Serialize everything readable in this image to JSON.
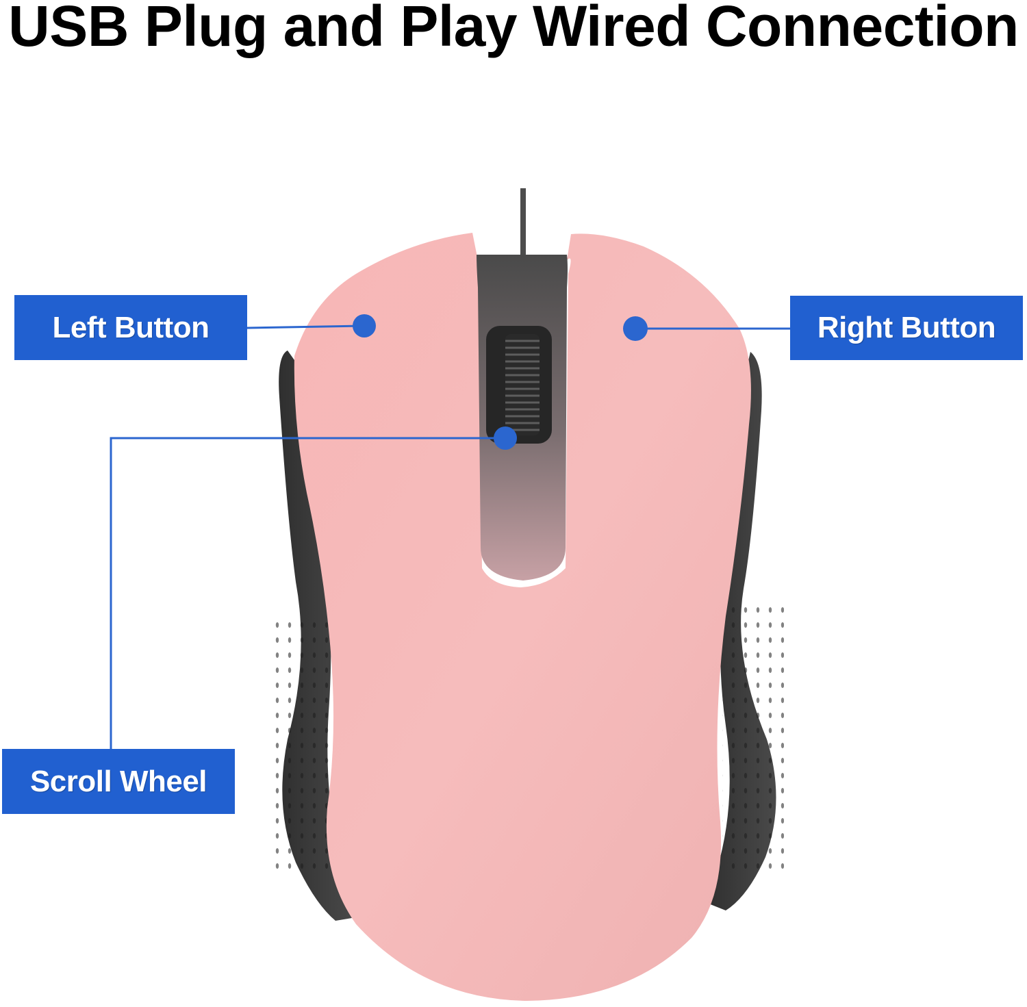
{
  "headline": "USB Plug and Play Wired Connection",
  "callouts": {
    "left_button": "Left Button",
    "right_button": "Right Button",
    "scroll_wheel": "Scroll Wheel"
  },
  "colors": {
    "label_background": "#2160d0",
    "label_text": "#ffffff",
    "mouse_shell": "#f7bcbc",
    "mouse_grip": "#3c3c3c",
    "leader_line": "#2b66cf"
  }
}
